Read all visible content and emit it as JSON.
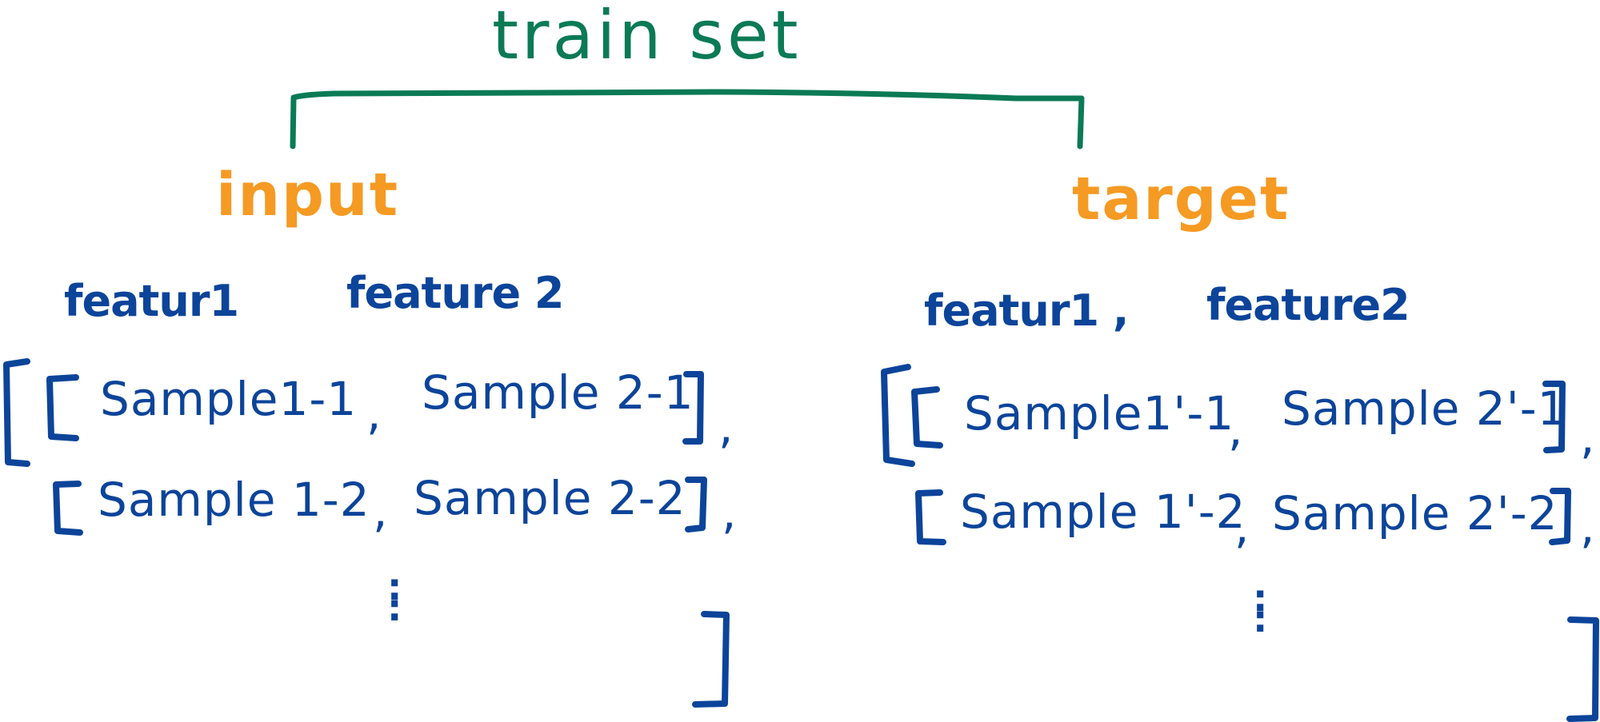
{
  "colors": {
    "title": "#0b7a55",
    "group_label": "#f59a23",
    "body": "#0c449a"
  },
  "title": "train set",
  "input": {
    "label": "input",
    "features": [
      "featur1",
      "feature 2"
    ],
    "rows": [
      [
        "Sample1-1",
        "Sample 2-1"
      ],
      [
        "Sample 1-2",
        "Sample 2-2"
      ]
    ],
    "comma": ",",
    "ellipsis": ":"
  },
  "target": {
    "label": "target",
    "features": [
      "featur1 ,",
      "feature2"
    ],
    "rows": [
      [
        "Sample1'-1",
        "Sample 2'-1"
      ],
      [
        "Sample 1'-2",
        "Sample 2'-2"
      ]
    ],
    "comma": ",",
    "ellipsis": ":"
  }
}
